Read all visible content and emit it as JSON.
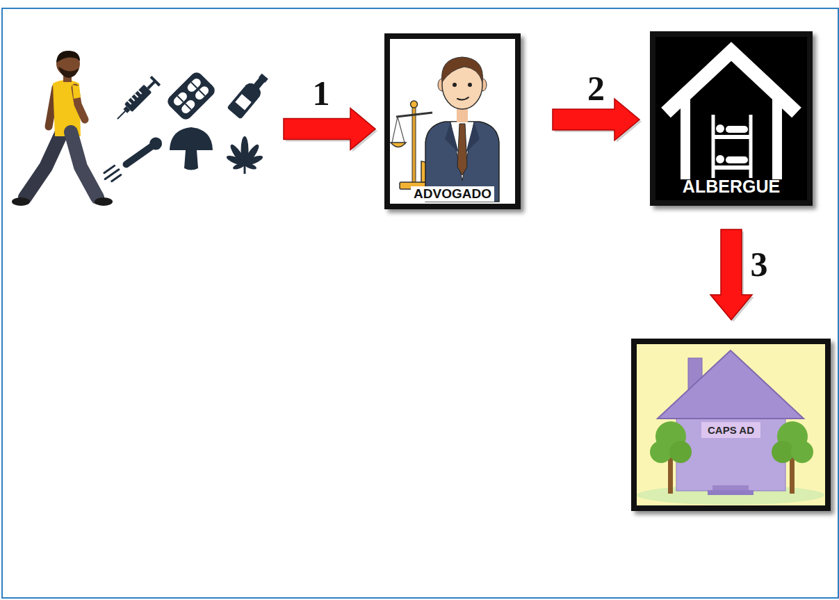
{
  "diagram": {
    "nodes": [
      {
        "text": []
      },
      {
        "text": [
          "ADVOGADO"
        ]
      },
      {
        "text": [
          "ALBERGUE"
        ]
      },
      {
        "text": [
          "CAPS AD"
        ]
      }
    ],
    "edges": [
      {
        "from": 0,
        "to": 1,
        "label": "1",
        "arrow": "to"
      },
      {
        "from": 1,
        "to": 2,
        "label": "2",
        "arrow": "to"
      },
      {
        "from": 2,
        "to": 3,
        "label": "3",
        "arrow": "to"
      }
    ]
  }
}
